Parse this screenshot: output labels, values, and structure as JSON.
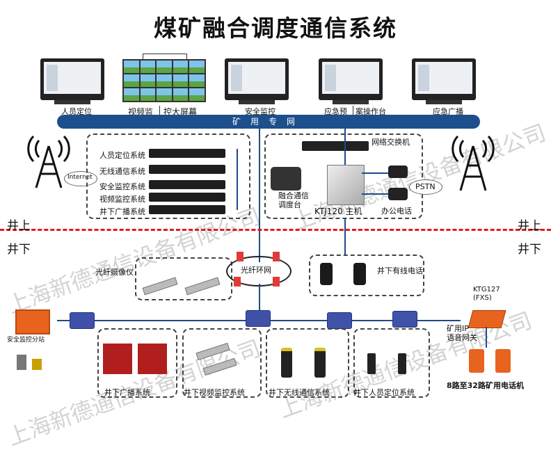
{
  "title": "煤矿融合调度通信系统",
  "monitors": {
    "personnel_location": "人员定位",
    "video_wall_left": "视频监",
    "video_wall_right": "控大屏幕",
    "safety_monitoring": "安全监控",
    "emergency_left": "应急预",
    "emergency_right": "案操作台",
    "emergency_broadcast": "应急广播"
  },
  "bus_label": "矿用专网",
  "surface_systems": [
    "人员定位系统",
    "无线通信系统",
    "安全监控系统",
    "视频监控系统",
    "井下广播系统"
  ],
  "internet_label": "Internet",
  "network_switch": "网络交换机",
  "dispatch_console": "融合通信\n调度台",
  "main_host": "KTJ120 主机",
  "office_phone": "办公电话",
  "pstn": "PSTN",
  "zone_up": "井上",
  "zone_down": "井下",
  "fiber_camera": "光纤摄像仪",
  "fiber_ring": "光纤环网",
  "wired_phone": "井下有线电话",
  "substation": "安全监控分站",
  "ktg": "KTG127\n(FXS)",
  "ip_gateway": "矿用IP\n语音网关",
  "mine_phones": "8路至32路矿用电话机",
  "subsystems": [
    "井下广播系统",
    "井下视频监控系统",
    "井下无线通信系统",
    "井下人员定位系统"
  ],
  "watermarks": [
    "上海新德通信设备有限公司",
    "上海新德通信设备有限公司",
    "上海新德通信设备有限公司",
    "上海新德通信设备有限公司"
  ],
  "colors": {
    "bus": "#1c4f8c",
    "boundary": "#e31b1b",
    "switch": "#4052a8",
    "equipment_red": "#b01e1e",
    "ktg_orange": "#e8641e"
  }
}
